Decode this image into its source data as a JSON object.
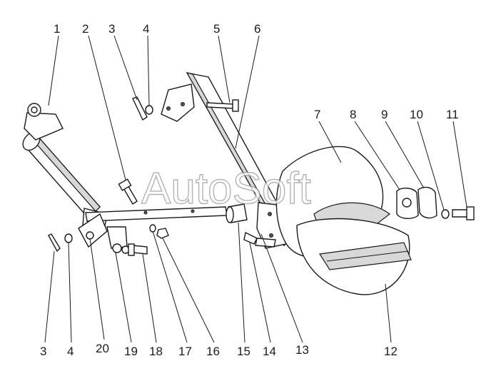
{
  "watermark": "AutoSoft",
  "callouts": {
    "c1": "1",
    "c2": "2",
    "c3a": "3",
    "c4a": "4",
    "c5": "5",
    "c6": "6",
    "c7": "7",
    "c8": "8",
    "c9": "9",
    "c10": "10",
    "c11": "11",
    "c3b": "3",
    "c4b": "4",
    "c20": "20",
    "c19": "19",
    "c18": "18",
    "c17": "17",
    "c16": "16",
    "c15": "15",
    "c14": "14",
    "c13": "13",
    "c12": "12"
  }
}
